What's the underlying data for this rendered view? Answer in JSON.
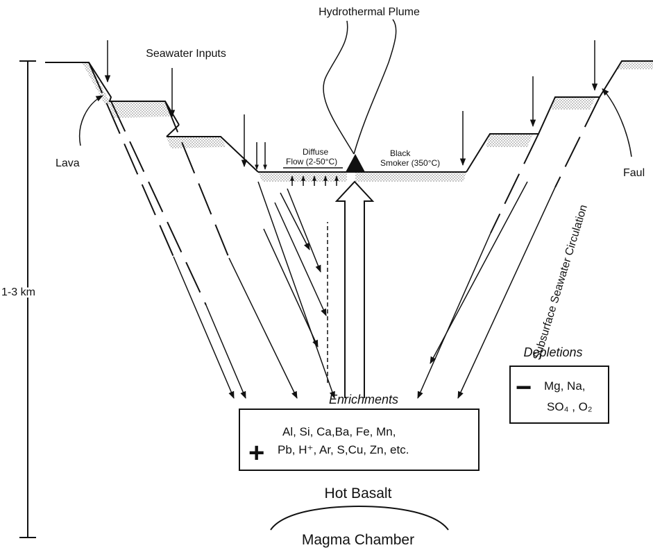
{
  "labels": {
    "plume": "Hydrothermal Plume",
    "seawater_inputs": "Seawater Inputs",
    "lava": "Lava",
    "fault": "Faul",
    "diffuse_line1": "Diffuse",
    "diffuse_line2": "Flow (2-50°C)",
    "smoker_line1": "Black",
    "smoker_line2": "Smoker (350°C)",
    "depth": "1-3 km",
    "subsurface": "Subsurface Seawater Circulation",
    "enrichments_title": "Enrichments",
    "enrich_symbol": "+",
    "enrich_line1": "Al, Si, Ca,Ba, Fe, Mn,",
    "enrich_line2": "Pb, H⁺, Ar, S,Cu, Zn, etc.",
    "depletions_title": "Depletions",
    "deplete_symbol": "−",
    "deplete_line1": "Mg, Na,",
    "deplete_line2": "SO₄ , O₂",
    "hot_basalt": "Hot Basalt",
    "magma_chamber": "Magma Chamber"
  },
  "colors": {
    "ink": "#111111",
    "stipple": "#b8b8b8",
    "background": "#ffffff"
  }
}
